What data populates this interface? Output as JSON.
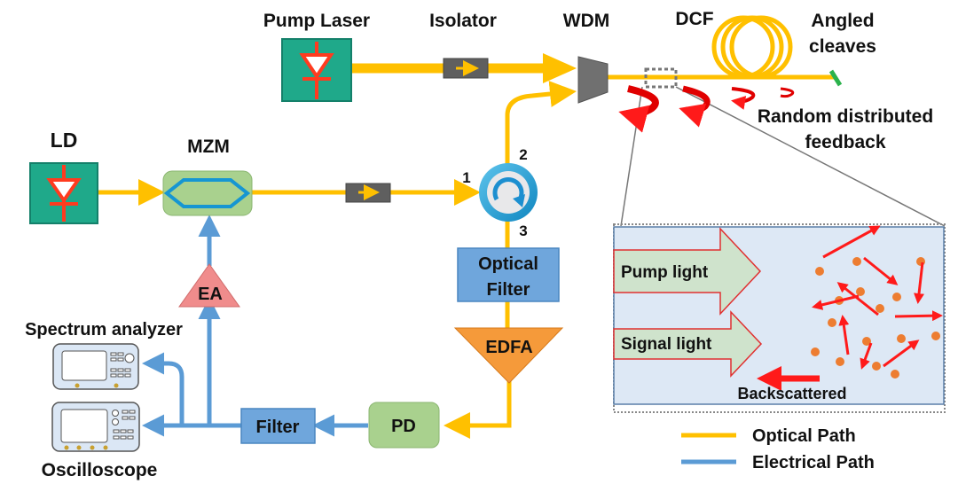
{
  "labels": {
    "pump_laser": "Pump Laser",
    "isolator": "Isolator",
    "wdm": "WDM",
    "dcf": "DCF",
    "angled_cleaves_1": "Angled",
    "angled_cleaves_2": "cleaves",
    "random_feedback_1": "Random distributed",
    "random_feedback_2": "feedback",
    "ld": "LD",
    "mzm": "MZM",
    "port1": "1",
    "port2": "2",
    "port3": "3",
    "optical_filter_1": "Optical",
    "optical_filter_2": "Filter",
    "edfa": "EDFA",
    "pd": "PD",
    "filter": "Filter",
    "ea": "EA",
    "spectrum_analyzer": "Spectrum analyzer",
    "oscilloscope": "Oscilloscope"
  },
  "inset": {
    "pump_light": "Pump light",
    "signal_light": "Signal light",
    "backscattered": "Backscattered"
  },
  "legend": {
    "optical": {
      "label": "Optical Path",
      "color": "#ffc000"
    },
    "electrical": {
      "label": "Electrical Path",
      "color": "#5b9bd5"
    }
  },
  "colors": {
    "laser_green": "#1fa98a",
    "diode_red": "#ff3b1f",
    "feedback_red": "#e00000",
    "particle_orange": "#ed7d31",
    "box_blue": "#6fa6dc",
    "edfa_orange": "#f59a3a",
    "pd_green": "#a9d18e",
    "ea_pink": "#f08c8c"
  }
}
